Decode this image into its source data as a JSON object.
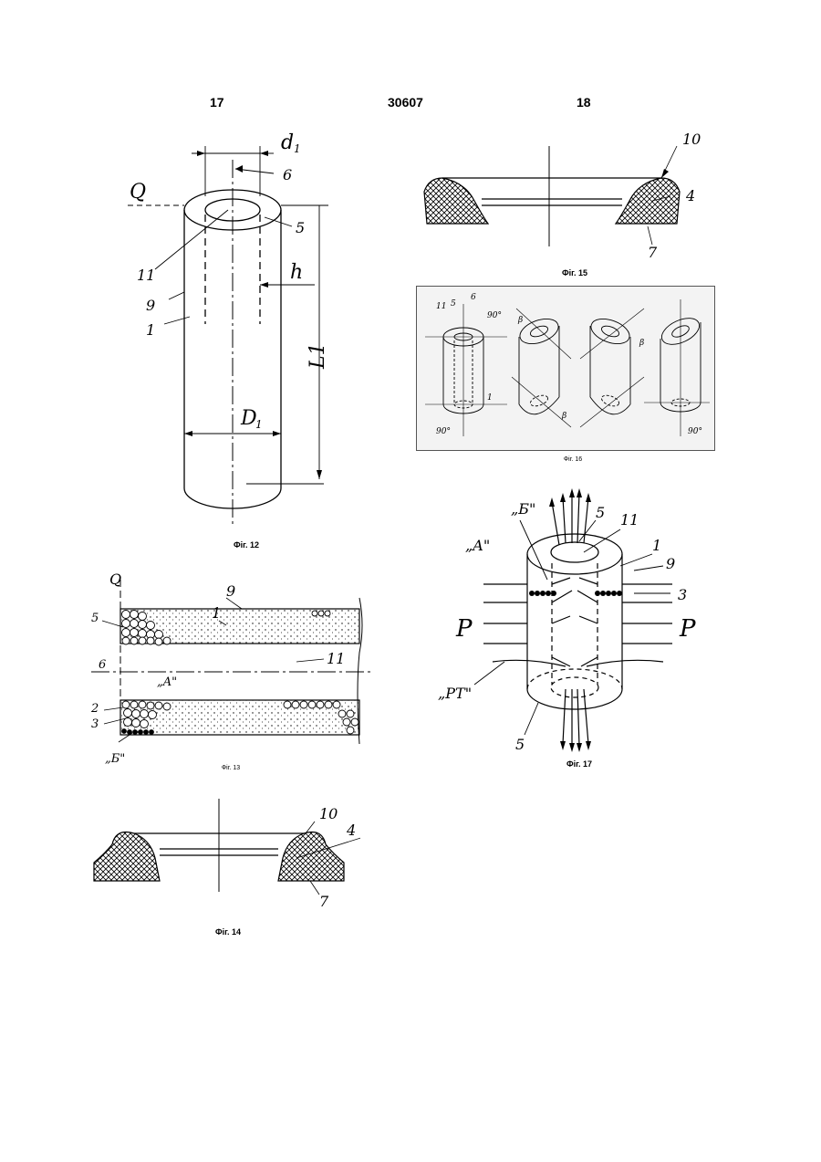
{
  "header": {
    "page_left": "17",
    "patent_number": "30607",
    "page_right": "18"
  },
  "figures": {
    "fig12": {
      "caption": "Фіг. 12",
      "labels": {
        "d1": "d",
        "d1_sub": "1",
        "n6": "6",
        "Q": "Q",
        "n5": "5",
        "n11": "11",
        "h": "h",
        "n9": "9",
        "n1": "1",
        "L1": "L1",
        "D1": "D",
        "D1_sub": "1"
      }
    },
    "fig13": {
      "caption": "Фіг. 13",
      "labels": {
        "Q": "Q",
        "n1": "1",
        "n9": "9",
        "n5": "5",
        "n6": "6",
        "n11": "11",
        "A": "„A\"",
        "n2": "2",
        "n3": "3",
        "B": "„Б\""
      }
    },
    "fig14": {
      "caption": "Фіг. 14",
      "labels": {
        "n10": "10",
        "n4": "4",
        "n7": "7"
      }
    },
    "fig15": {
      "caption": "Фіг. 15",
      "labels": {
        "n10": "10",
        "n4": "4",
        "n7": "7"
      }
    },
    "fig16": {
      "caption": "Фіг. 16",
      "labels": {
        "n11": "11",
        "n5": "5",
        "n6": "6",
        "deg90": "90°",
        "beta": "β",
        "n1": "1"
      }
    },
    "fig17": {
      "caption": "Фіг. 17",
      "labels": {
        "B": "„Б\"",
        "n5": "5",
        "n11": "11",
        "n1": "1",
        "A": "„A\"",
        "n9": "9",
        "n3": "3",
        "P_left": "P",
        "P_right": "P",
        "PT": "„PT\"",
        "n5b": "5"
      }
    }
  }
}
